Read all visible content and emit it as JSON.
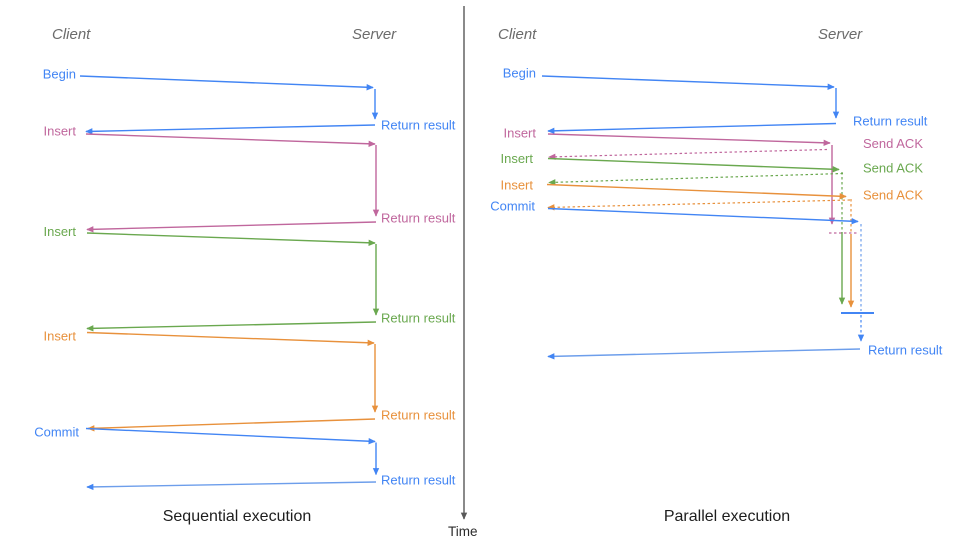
{
  "colors": {
    "blue": "#4285f4",
    "pink": "#c0679d",
    "green": "#6aa84f",
    "orange": "#e8913c",
    "axis_gray": "#595959",
    "header_gray": "#6b6b6b",
    "title_black": "#1e1e1e"
  },
  "axis": {
    "time_label": "Time"
  },
  "left": {
    "title": "Sequential execution",
    "client": "Client",
    "server": "Server",
    "ops": [
      "Begin",
      "Insert",
      "Insert",
      "Insert",
      "Commit"
    ],
    "returns": [
      "Return result",
      "Return result",
      "Return result",
      "Return result",
      "Return result"
    ]
  },
  "right": {
    "title": "Parallel execution",
    "client": "Client",
    "server": "Server",
    "ops": [
      "Begin",
      "Insert",
      "Insert",
      "Insert",
      "Commit"
    ],
    "acks": [
      "Send ACK",
      "Send ACK",
      "Send ACK"
    ],
    "returns": [
      "Return result",
      "Return result"
    ]
  }
}
